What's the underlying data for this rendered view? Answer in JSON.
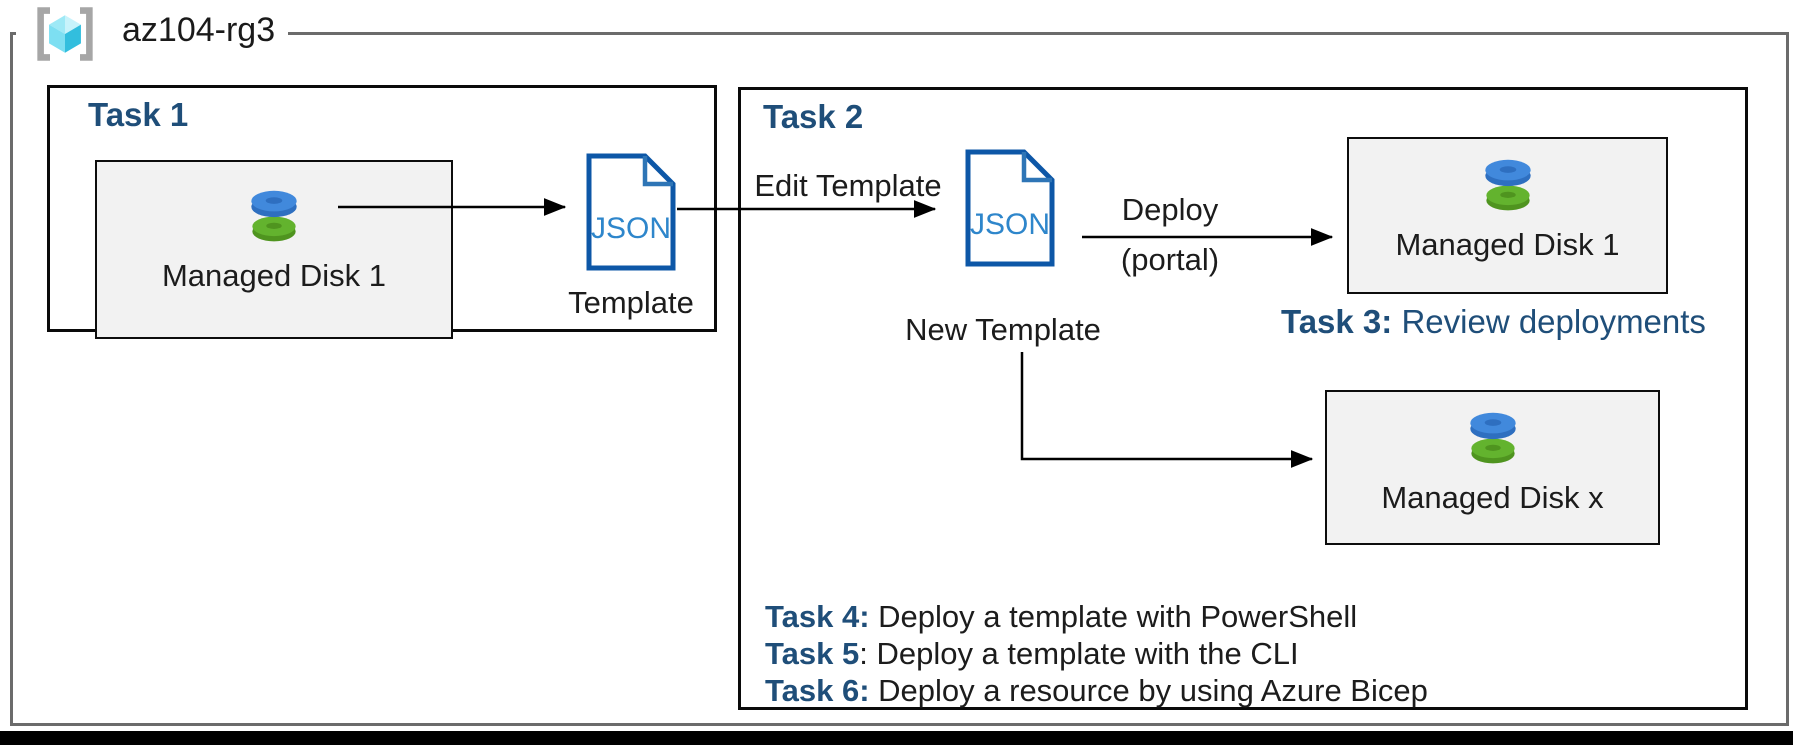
{
  "resource_group": {
    "label": "az104-rg3",
    "icon": "resource-group-bracket-cube-icon"
  },
  "task1": {
    "title": "Task 1",
    "disk_box": {
      "label": "Managed Disk 1",
      "icon": "stacked-disks-icon"
    },
    "template": {
      "doc_label": "JSON",
      "doc_icon": "json-document-icon",
      "caption": "Template"
    }
  },
  "task2": {
    "title": "Task 2",
    "edit_arrow_label": "Edit Template",
    "new_template": {
      "doc_label": "JSON",
      "doc_icon": "json-document-icon",
      "caption": "New Template"
    },
    "deploy_arrow_label_line1": "Deploy",
    "deploy_arrow_label_line2": "(portal)",
    "disk_box_1": {
      "label": "Managed Disk 1",
      "icon": "stacked-disks-icon"
    },
    "disk_box_x": {
      "label": "Managed Disk x",
      "icon": "stacked-disks-icon"
    },
    "task3": {
      "prefix": "Task 3:",
      "text": " Review deployments"
    },
    "tasks": [
      {
        "prefix": "Task 4:",
        "text": " Deploy a template with PowerShell"
      },
      {
        "prefix": "Task 5",
        "text": ": Deploy a template with the CLI"
      },
      {
        "prefix": "Task 6:",
        "text": " Deploy a resource by using Azure Bicep"
      }
    ]
  },
  "colors": {
    "task_heading_blue": "#1f4e79",
    "json_border_blue": "#0d57a7",
    "json_text_blue": "#2e86cb",
    "disk_blue": "#4189dc",
    "disk_green": "#63b32e",
    "boundary_gray": "#6b6b6b",
    "resource_box_gray": "#f2f2f2",
    "cube_cyan": "#32bede"
  }
}
